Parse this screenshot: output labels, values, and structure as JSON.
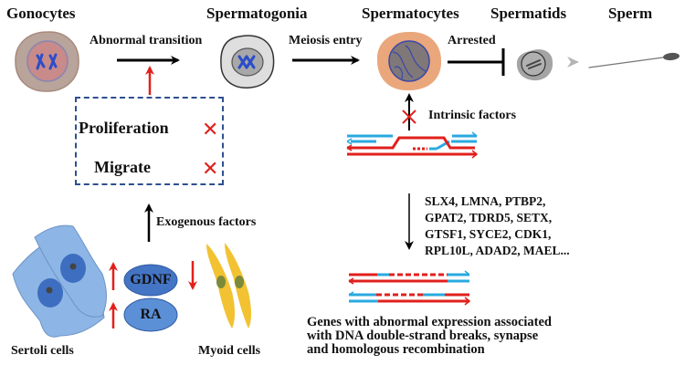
{
  "stages": {
    "gonocytes": "Gonocytes",
    "spermatogonia": "Spermatogonia",
    "spermatocytes": "Spermatocytes",
    "spermatids": "Spermatids",
    "sperm": "Sperm"
  },
  "transitions": {
    "abnormal_transition": "Abnormal transition",
    "meiosis_entry": "Meiosis entry",
    "arrested": "Arrested"
  },
  "affected_box": {
    "items": [
      {
        "label": "Proliferation",
        "status": "blocked"
      },
      {
        "label": "Migrate",
        "status": "blocked"
      }
    ],
    "status_icon": "x-mark-icon"
  },
  "factors": {
    "exogenous": "Exogenous factors",
    "intrinsic": "Intrinsic factors"
  },
  "signals": [
    {
      "label": "GDNF",
      "direction": "up"
    },
    {
      "label": "RA",
      "direction": "up"
    }
  ],
  "myoid_signal_direction": "down",
  "cells": {
    "sertoli": "Sertoli cells",
    "myoid": "Myoid cells"
  },
  "genes": {
    "lines": [
      "SLX4, LMNA, PTBP2,",
      "GPAT2, TDRD5, SETX,",
      "GTSF1, SYCE2, CDK1,",
      "RPL10L, ADAD2, MAEL..."
    ]
  },
  "caption": {
    "lines": [
      "Genes with abnormal expression associated",
      "with DNA double-strand breaks, synapse",
      "and homologous recombination"
    ]
  },
  "colors": {
    "red": "#e0201c",
    "blue_strand": "#29a9e0",
    "dashed_box": "#2f4f8f",
    "gonocyte_outer": "#b8a49a",
    "gonocyte_inner": "#c98a8a",
    "spermatocyte_outer": "#eaa77c",
    "sertoli": "#8db6e6",
    "myoid": "#f2c232"
  }
}
